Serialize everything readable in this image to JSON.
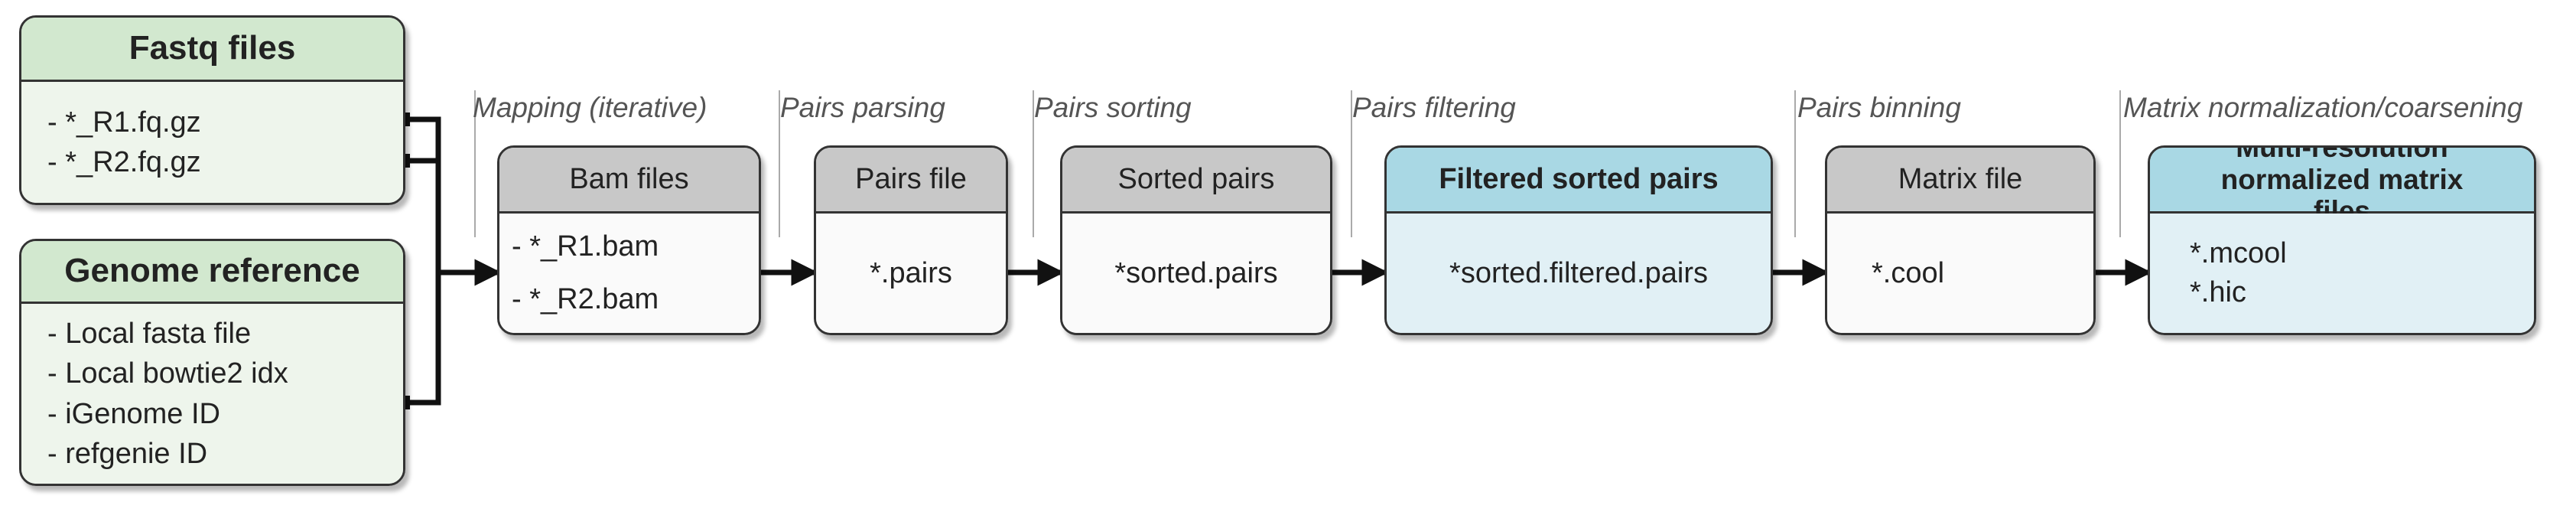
{
  "inputs": {
    "fastq": {
      "title": "Fastq files",
      "items": [
        "- *_R1.fq.gz",
        "- *_R2.fq.gz"
      ]
    },
    "genome": {
      "title": "Genome reference",
      "items": [
        "- Local fasta file",
        "- Local bowtie2 idx",
        "- iGenome ID",
        "- refgenie ID"
      ]
    }
  },
  "stages": [
    {
      "label": "Mapping (iterative)",
      "title": "Bam files",
      "items": [
        "- *_R1.bam",
        "- *_R2.bam"
      ]
    },
    {
      "label": "Pairs parsing",
      "title": "Pairs file",
      "items": [
        "*.pairs"
      ]
    },
    {
      "label": "Pairs sorting",
      "title": "Sorted pairs",
      "items": [
        "*sorted.pairs"
      ]
    },
    {
      "label": "Pairs filtering",
      "title": "Filtered sorted pairs",
      "items": [
        "*sorted.filtered.pairs"
      ]
    },
    {
      "label": "Pairs binning",
      "title": "Matrix file",
      "items": [
        "*.cool"
      ]
    },
    {
      "label": "Matrix normalization/coarsening",
      "title": "Multi-resolution normalized matrix files",
      "items": [
        "*.mcool",
        "*.hic"
      ]
    }
  ],
  "colors": {
    "input_header": "#d2e8cf",
    "input_body": "#eef5ec",
    "step_header": "#c8c8c8",
    "step_body": "#fafafa",
    "highlight_header": "#a9d8e4",
    "highlight_body": "#e1f0f5",
    "outline": "#333333"
  }
}
